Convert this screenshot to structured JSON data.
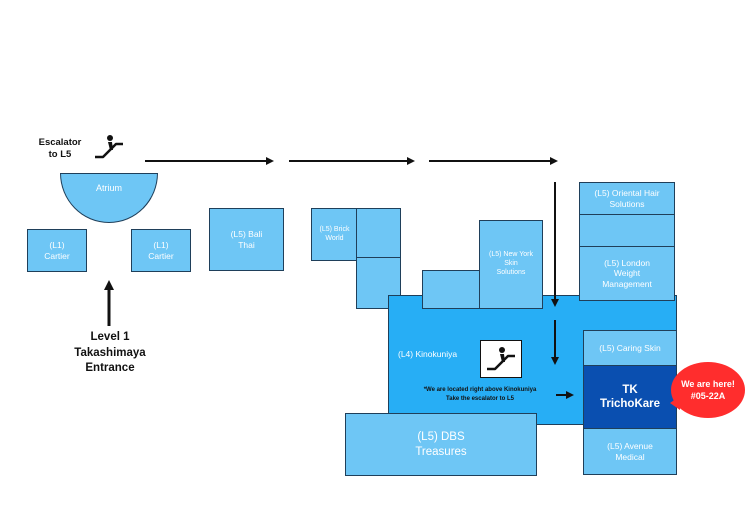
{
  "escalator_label": "Escalator\nto L5",
  "entrance_label": "Level 1\nTakashimaya\nEntrance",
  "atrium": "Atrium",
  "stores": {
    "cartier_left": "(L1)\nCartier",
    "cartier_right": "(L1)\nCartier",
    "bali_thai": "(L5) Bali\nThai",
    "brick_world": "(L5) Brick\nWorld",
    "new_york_skin": "(L5) New York\nSkin\nSolutions",
    "oriental_hair": "(L5) Oriental Hair\nSolutions",
    "london_weight": "(L5) London\nWeight\nManagement",
    "kinokuniya": "(L4) Kinokuniya",
    "caring_skin": "(L5) Caring Skin",
    "tk_trichokare": "TK\nTrichoKare",
    "avenue_medical": "(L5) Avenue\nMedical",
    "dbs_treasures": "(L5) DBS\nTreasures"
  },
  "note": "*We are located right above Kinokuniya\nTake the escalator to L5",
  "bubble": "We are here!\n#05-22A",
  "colors": {
    "store_fill": "#6ec6f5",
    "kinokuniya_fill": "#27aef5",
    "highlight_fill": "#0a4fb0",
    "bubble_fill": "#ff2d2d"
  },
  "icons": [
    "escalator-icon"
  ]
}
